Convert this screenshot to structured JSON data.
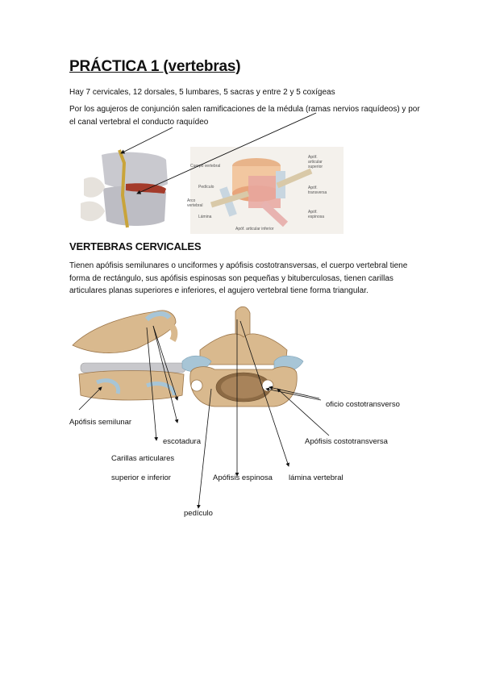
{
  "title": "PRÁCTICA 1 (vertebras)",
  "intro": "Hay 7 cervicales, 12 dorsales, 5 lumbares, 5 sacras y entre 2 y 5 coxígeas",
  "note": "Por los agujeros de conjunción salen ramificaciones de la médula (ramas nervios raquídeos) y por el canal vertebral el conducto raquídeo",
  "figure1_labels": {
    "cuerpo": "Cuerpo vertebral",
    "pediculo": "Pedículo",
    "arco": "Arco",
    "vertebral": "vertebral",
    "lamina": "Lámina",
    "apof_inf": "Apóf. articular inferior",
    "apof_sup1": "Apóf.",
    "apof_sup2": "articular",
    "apof_sup3": "superior",
    "apof_trans1": "Apóf.",
    "apof_trans2": "transversa",
    "apof_esp1": "Apóf.",
    "apof_esp2": "espinosa"
  },
  "section_title": "VERTEBRAS CERVICALES",
  "section_text": "Tienen apófisis semilunares o unciformes y apófisis costotransversas, el cuerpo vertebral tiene forma de rectángulo, sus apófisis espinosas son pequeñas y bituberculosas, tienen carillas articulares planas superiores e inferiores, el agujero vertebral tiene forma triangular.",
  "figure2_labels": {
    "oficio": "oficio costotransverso",
    "semilunar": "Apófisis semilunar",
    "escotadura": "escotadura",
    "costotransversa": "Apófisis costotransversa",
    "carillas1": "Carillas articulares",
    "carillas2": "superior e inferior",
    "espinosa": "Apófisis espinosa",
    "lamina": "lámina vertebral",
    "pediculo": "pedículo"
  },
  "colors": {
    "bone": "#d9b98e",
    "bone_dark": "#b58d5e",
    "cartilage": "#a7c5d6",
    "disc": "#c8c8cc",
    "nerve": "#c9a43a"
  }
}
